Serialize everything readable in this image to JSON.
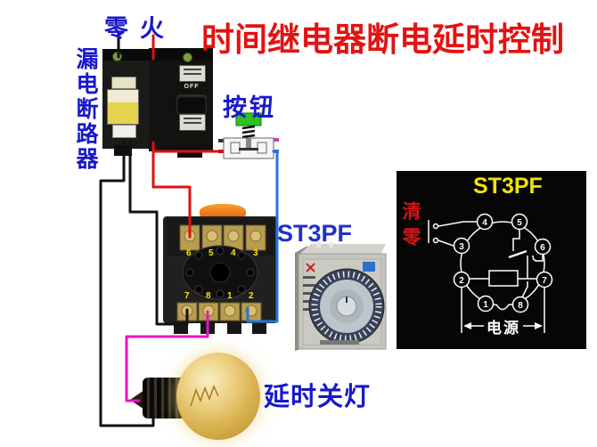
{
  "title": "时间继电器断电延时控制",
  "wire_labels": {
    "neutral": "零",
    "live": "火"
  },
  "breaker": {
    "label": "漏电断路器",
    "off_text": "OFF"
  },
  "push_button": {
    "label": "按钮"
  },
  "socket": {
    "top_numbers": [
      "6",
      "5",
      "4",
      "3"
    ],
    "bottom_numbers": [
      "7",
      "8",
      "1",
      "2"
    ]
  },
  "timer": {
    "label": "ST3PF"
  },
  "panel": {
    "title": "ST3PF",
    "reset_label": "清零",
    "power_label": "电源",
    "terminals": [
      "1",
      "2",
      "3",
      "4",
      "5",
      "6",
      "7",
      "8"
    ]
  },
  "bulb": {
    "label": "延时关灯"
  },
  "colors": {
    "title_red": "#e41212",
    "label_blue": "#1818cc",
    "panel_yellow": "#f2e400",
    "reset_red": "#d41414",
    "wire_black": "#111111",
    "wire_red": "#dd1111",
    "wire_blue": "#2277dd",
    "wire_magenta": "#e812c8",
    "socket_number_yellow": "#ffe400",
    "clip_orange": "#f08020",
    "bulb_amber": "#d8b050"
  }
}
